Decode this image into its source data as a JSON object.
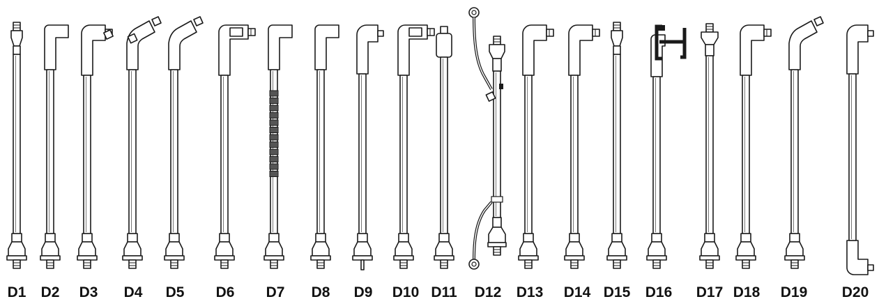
{
  "figure": {
    "line_color": "#1a1a1a",
    "fill_color": "#ffffff",
    "dark_fill": "#555555",
    "label_color": "#111111"
  },
  "cables": [
    {
      "id": "D1",
      "top": "straight-plug",
      "bottom": "straight-boot"
    },
    {
      "id": "D2",
      "top": "angled-90-plain",
      "bottom": "straight-boot"
    },
    {
      "id": "D3",
      "top": "angled-90-terminal",
      "bottom": "straight-boot"
    },
    {
      "id": "D4",
      "top": "angled-120-terminal",
      "bottom": "straight-boot"
    },
    {
      "id": "D5",
      "top": "angled-120-terminal",
      "bottom": "straight-boot"
    },
    {
      "id": "D6",
      "top": "angled-90-boxed",
      "bottom": "straight-boot"
    },
    {
      "id": "D7",
      "top": "angled-90-plain",
      "bottom": "straight-boot",
      "sleeve": "ribbed"
    },
    {
      "id": "D8",
      "top": "angled-90-plain",
      "bottom": "straight-boot"
    },
    {
      "id": "D9",
      "top": "angled-90-pin",
      "bottom": "straight-pin"
    },
    {
      "id": "D10",
      "top": "angled-90-boxed",
      "bottom": "straight-boot"
    },
    {
      "id": "D11",
      "top": "straight-cap",
      "bottom": "straight-boot"
    },
    {
      "id": "D12",
      "top": "straight-plug-ring",
      "bottom": "straight-boot-ring"
    },
    {
      "id": "D13",
      "top": "angled-90-terminal",
      "bottom": "straight-boot"
    },
    {
      "id": "D14",
      "top": "angled-90-terminal",
      "bottom": "straight-boot"
    },
    {
      "id": "D15",
      "top": "straight-plug",
      "bottom": "straight-boot"
    },
    {
      "id": "D16",
      "top": "clip-connector",
      "bottom": "straight-boot"
    },
    {
      "id": "D17",
      "top": "straight-plug-wide",
      "bottom": "straight-boot"
    },
    {
      "id": "D18",
      "top": "angled-90-terminal",
      "bottom": "straight-boot"
    },
    {
      "id": "D19",
      "top": "angled-120-terminal",
      "bottom": "straight-boot"
    },
    {
      "id": "D20",
      "top": "angled-90-pin",
      "bottom": "angled-90-pin"
    }
  ]
}
